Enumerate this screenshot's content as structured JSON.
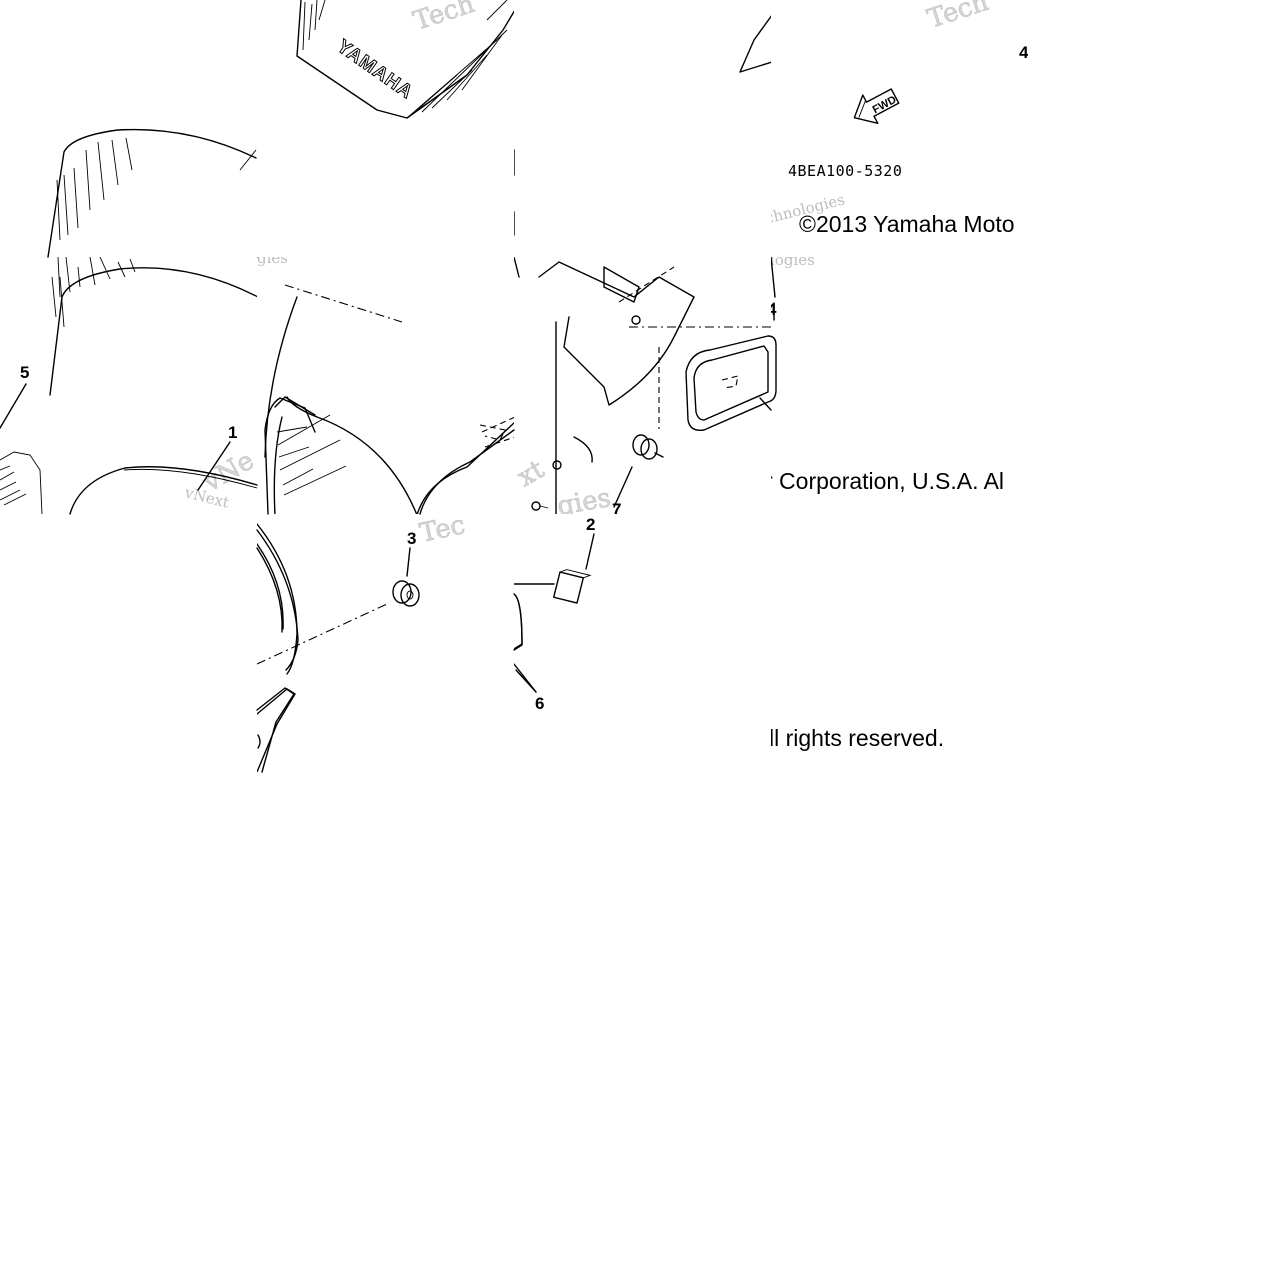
{
  "diagram": {
    "callouts": [
      "1",
      "2",
      "3",
      "4",
      "5",
      "6",
      "7"
    ],
    "part_code": "4BEA100-5320",
    "fwd_label": "FWD",
    "brand_mark": "YAMAHA",
    "copyright": {
      "segment_1": "©2013 Yamaha Moto",
      "segment_2": "r Corporation, U.S.A. Al",
      "segment_3": "ll rights reserved."
    },
    "watermarks": {
      "brand": "vNext",
      "brand_full": "vNext Technologies",
      "company": "Technologies",
      "short": "Tech",
      "frag_tec": "Tec",
      "frag_vn": "vN",
      "frag_gies": "gies",
      "frag_ogies": "ologies",
      "frag_hno": "hnologies",
      "frag_ext": "xt",
      "frag_vne": "vNe"
    }
  }
}
